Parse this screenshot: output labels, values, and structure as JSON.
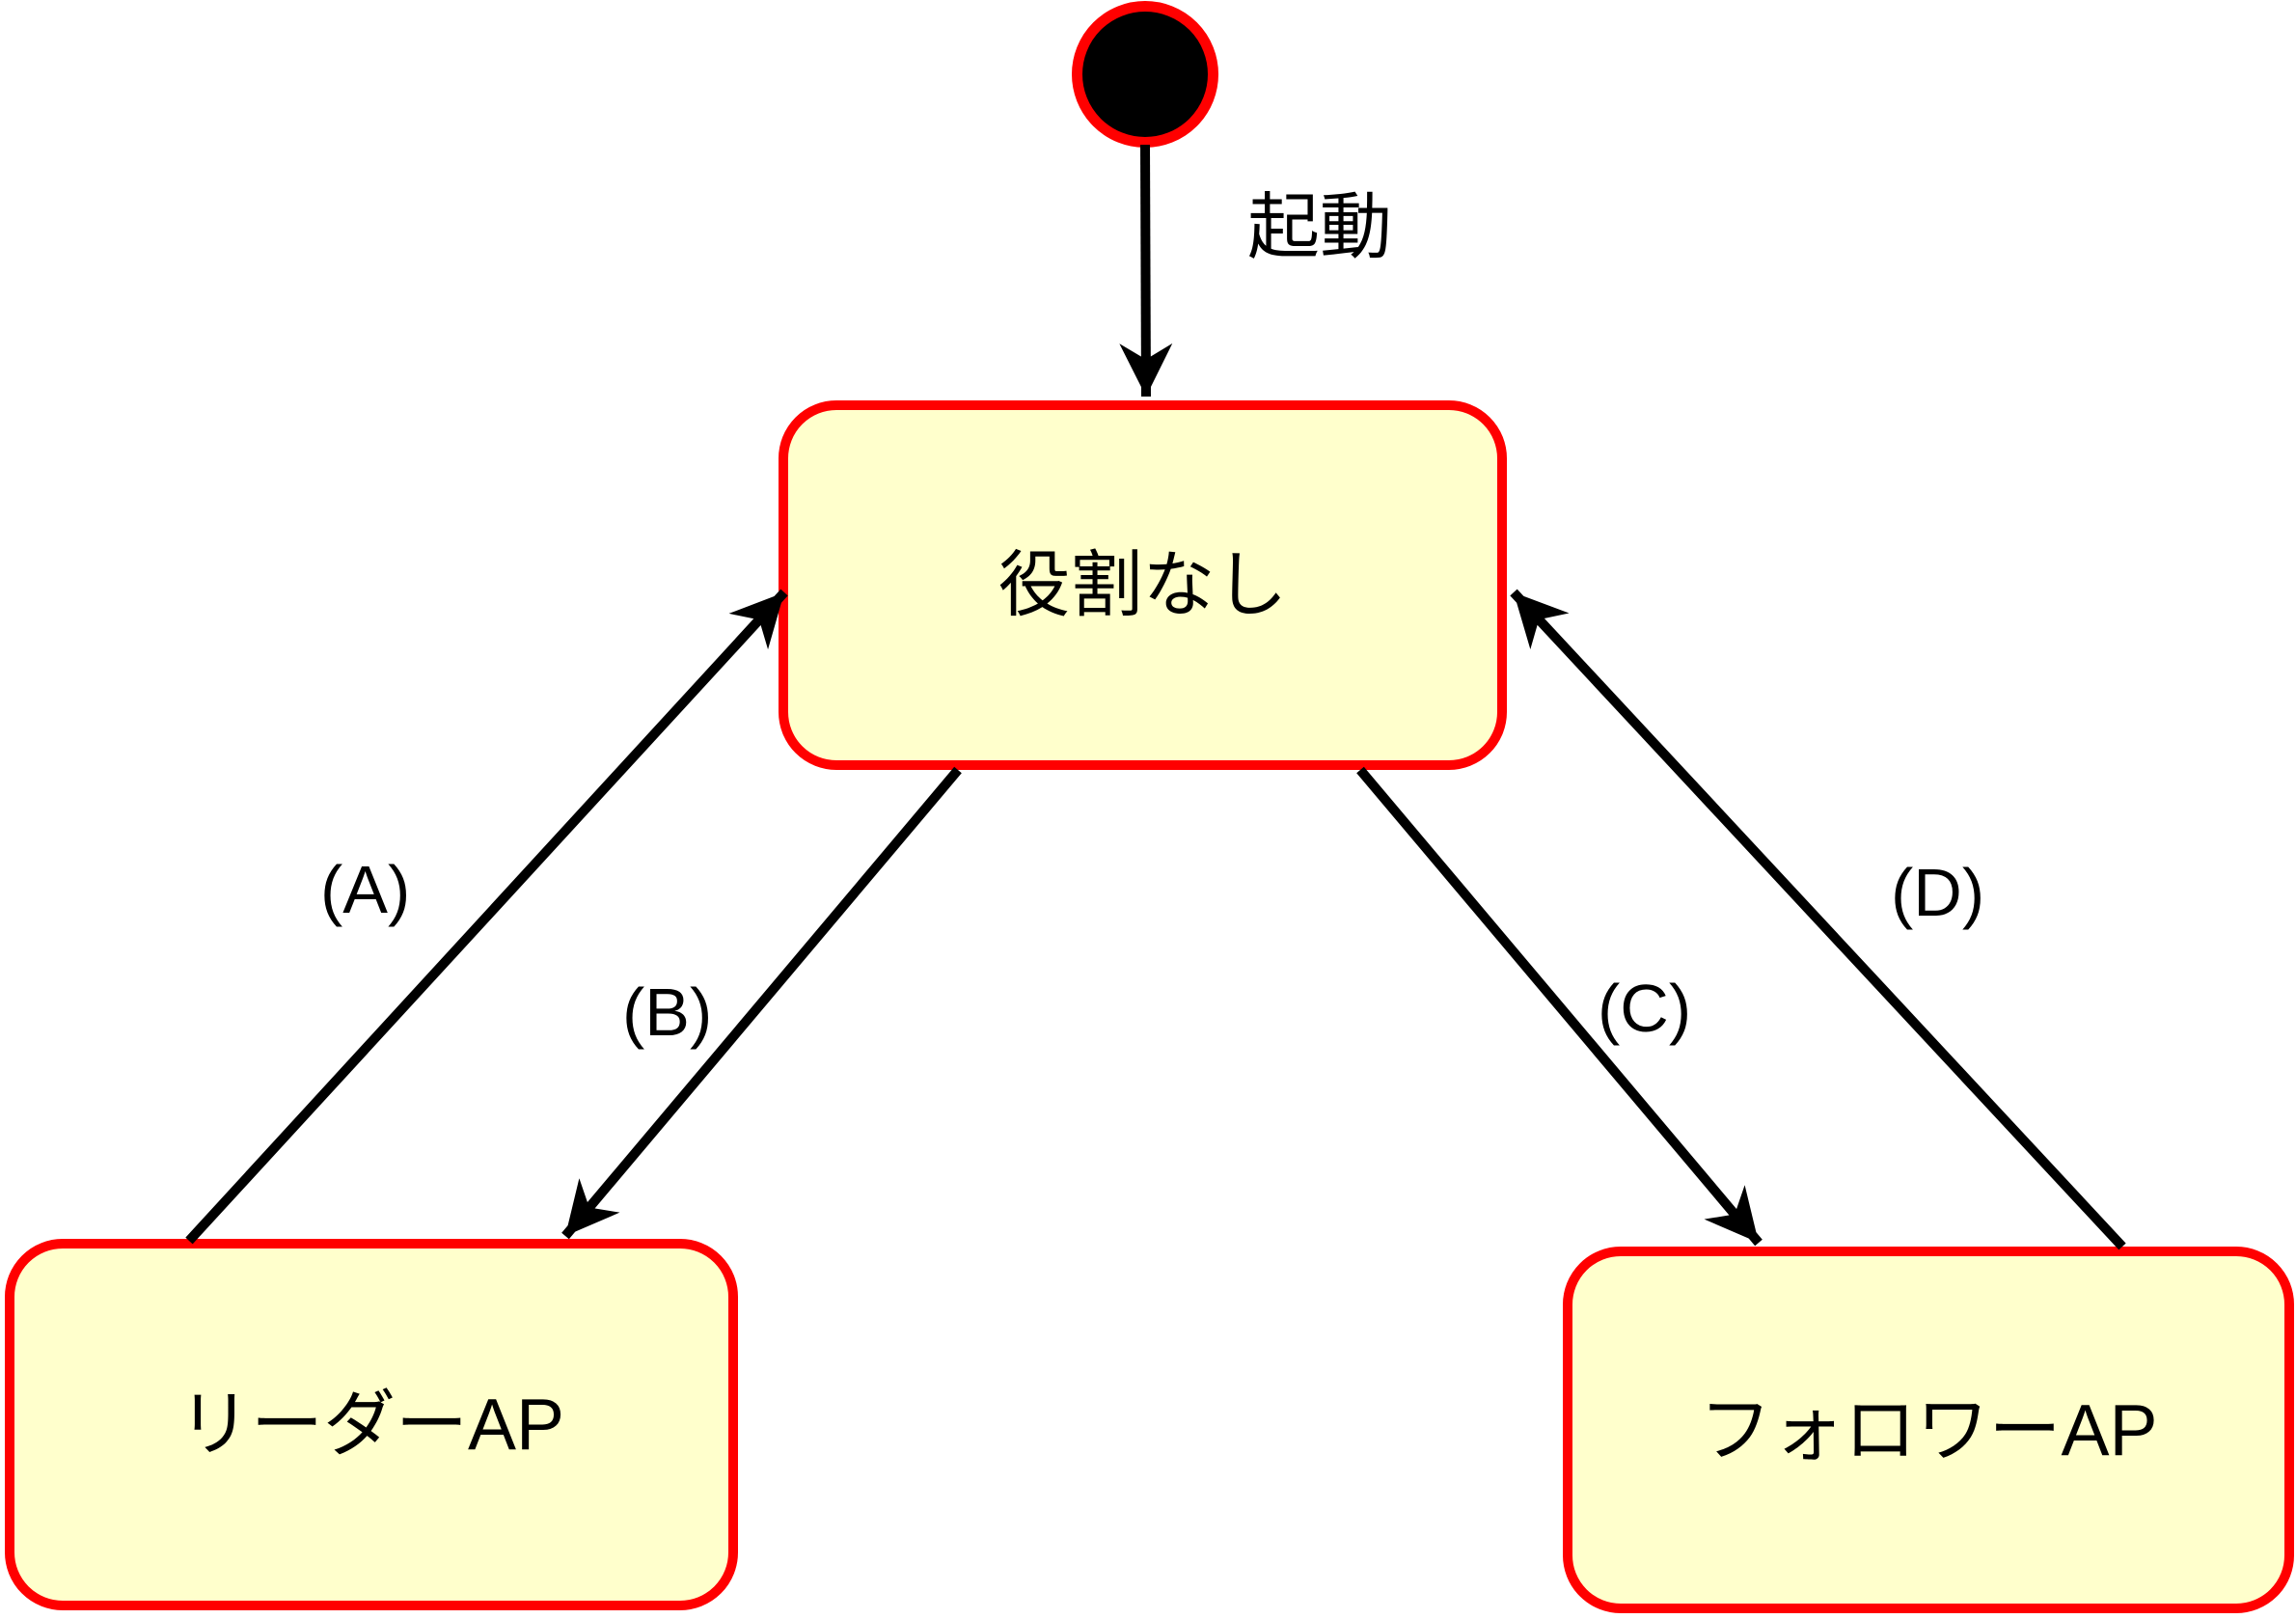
{
  "diagram": {
    "states": {
      "no_role": {
        "label": "役割なし"
      },
      "leader": {
        "label": "リーダーAP"
      },
      "follower": {
        "label": "フォロワーAP"
      }
    },
    "initial_state": {
      "shape": "filled-circle"
    },
    "transitions": {
      "start": {
        "label": "起動",
        "from": "initial",
        "to": "no_role"
      },
      "a": {
        "label": "(A)",
        "from": "leader",
        "to": "no_role"
      },
      "b": {
        "label": "(B)",
        "from": "no_role",
        "to": "leader"
      },
      "c": {
        "label": "(C)",
        "from": "no_role",
        "to": "follower"
      },
      "d": {
        "label": "(D)",
        "from": "follower",
        "to": "no_role"
      }
    },
    "colors": {
      "state_fill": "#FFFFCC",
      "state_border": "#FF0000",
      "arrow": "#000000",
      "initial_fill": "#000000",
      "text": "#000000",
      "background": "#FFFFFF"
    }
  }
}
